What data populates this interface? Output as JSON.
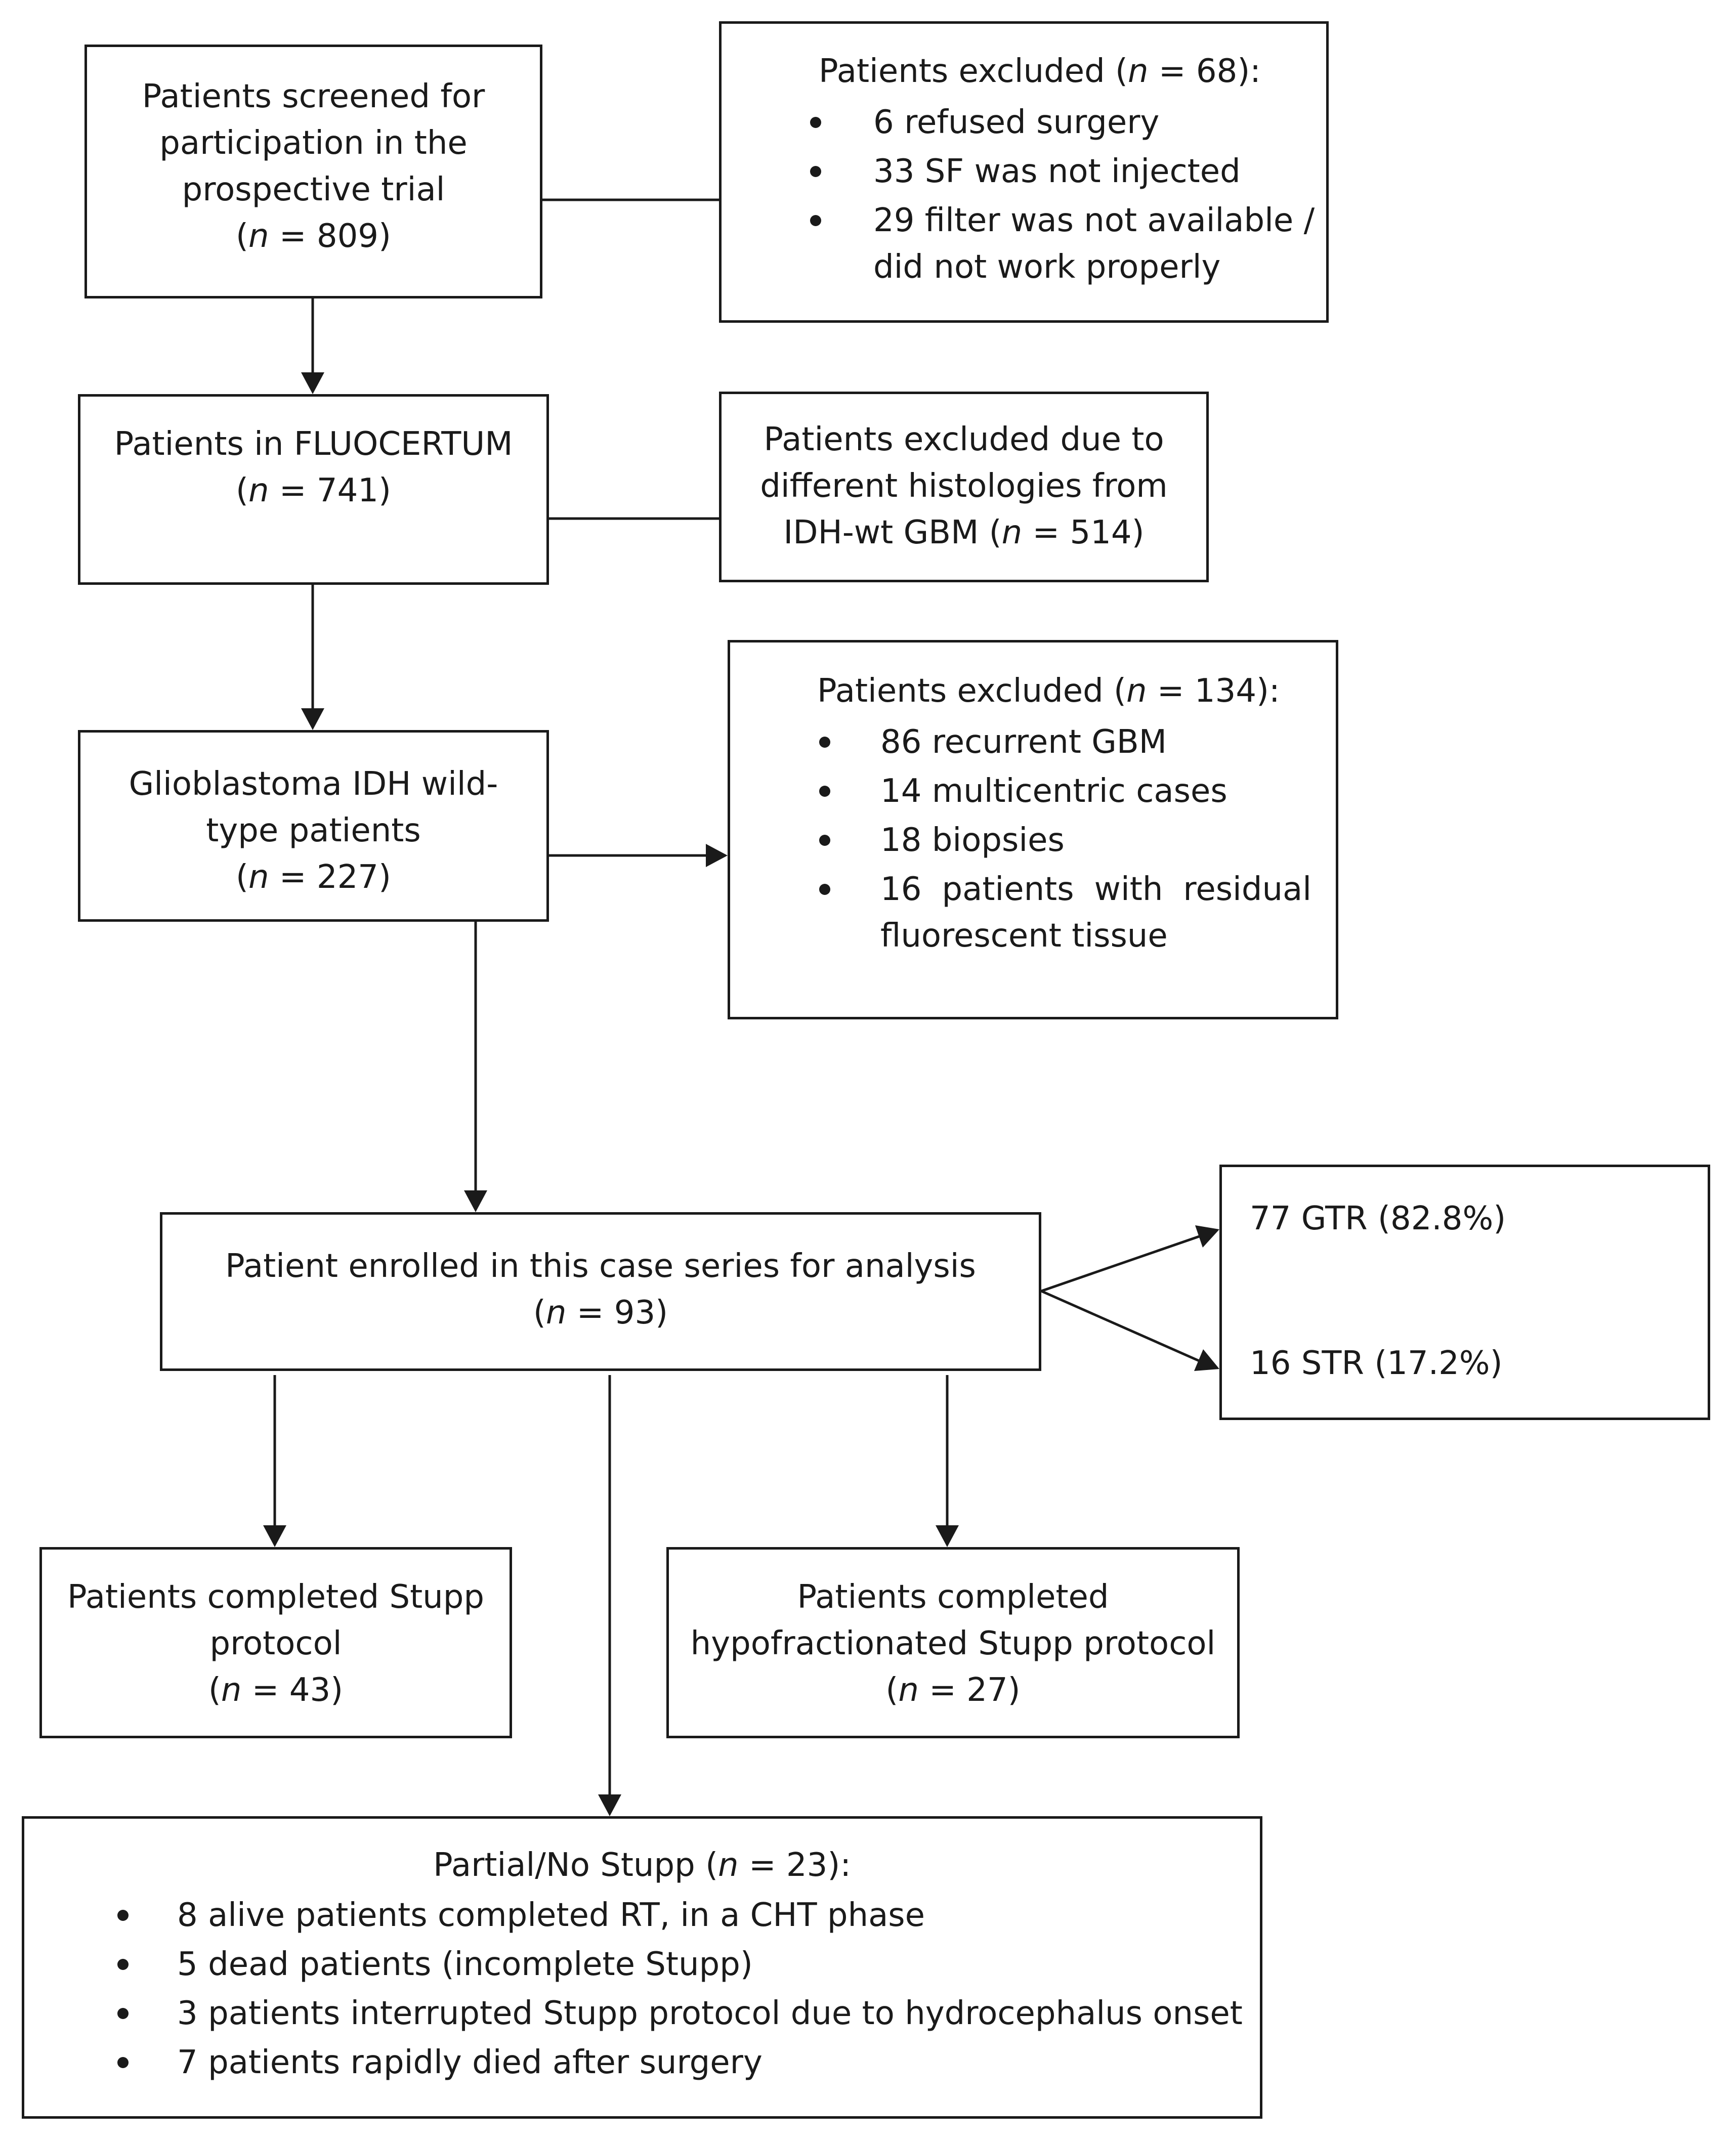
{
  "box_screened": {
    "line1": "Patients screened for",
    "line2": "participation in the",
    "line3": "prospective trial",
    "count": "809"
  },
  "box_excluded_1": {
    "header_prefix": "Patients excluded (",
    "count": "68",
    "header_suffix": "):",
    "items": [
      "6 refused surgery",
      "33 SF was not injected",
      "29 filter was not available /"
    ],
    "item3_cont": "did not work properly"
  },
  "box_fluocertum": {
    "line1": "Patients in FLUOCERTUM",
    "count": "741"
  },
  "box_excluded_2": {
    "line1": "Patients excluded due to",
    "line2": "different histologies from",
    "line3_prefix": "IDH-wt GBM (",
    "count": "514"
  },
  "box_gbm": {
    "line1": "Glioblastoma IDH wild-",
    "line2": "type patients",
    "count": "227"
  },
  "box_excluded_3": {
    "header_prefix": "Patients excluded (",
    "count": "134",
    "header_suffix": "):",
    "items": [
      "86 recurrent GBM",
      "14 multicentric cases",
      "18 biopsies"
    ],
    "item4_words": [
      "16",
      "patients",
      "with",
      "residual"
    ],
    "item4_cont": "fluorescent tissue"
  },
  "box_enrolled": {
    "line1": "Patient enrolled in this case series for analysis",
    "count": "93"
  },
  "box_resection": {
    "gtr": "77 GTR (82.8%)",
    "str": "16 STR (17.2%)"
  },
  "box_stupp": {
    "line1": "Patients completed Stupp",
    "line2": "protocol",
    "count": "43"
  },
  "box_hypo": {
    "line1": "Patients completed",
    "line2": "hypofractionated Stupp protocol",
    "count": "27"
  },
  "box_partial": {
    "header_prefix": "Partial/No Stupp (",
    "count": "23",
    "header_suffix": "):",
    "items": [
      "8 alive patients completed RT, in a CHT phase",
      "5 dead patients (incomplete Stupp)",
      "3 patients interrupted Stupp protocol due to hydrocephalus onset",
      "7 patients rapidly died after surgery"
    ]
  },
  "labels": {
    "n_symbol": "n",
    "n_eq": " = "
  }
}
